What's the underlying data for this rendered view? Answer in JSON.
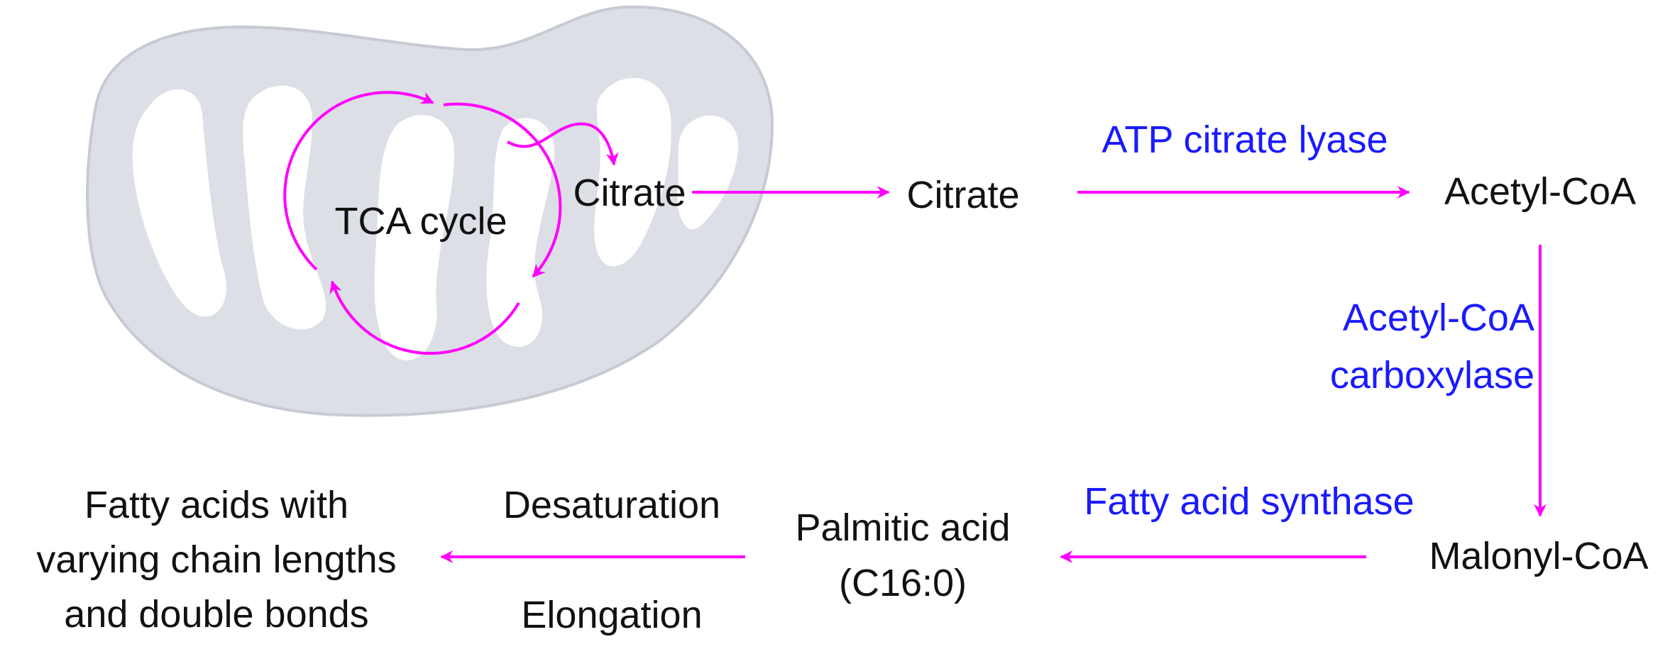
{
  "colors": {
    "arrow": "#ff00ff",
    "enzyme_text": "#1a1aff",
    "metabolite_text": "#111111",
    "mitochondrion_fill": "#dcdfe6",
    "mitochondrion_stroke": "#c6cad3"
  },
  "mitochondrion": {
    "cycle_label": "TCA cycle",
    "citrate_label": "Citrate"
  },
  "cytosol": {
    "citrate": "Citrate",
    "acetyl_coa": "Acetyl-CoA",
    "malonyl_coa": "Malonyl-CoA",
    "palmitic_acid_line1": "Palmitic acid",
    "palmitic_acid_line2": "(C16:0)",
    "fatty_acids_line1": "Fatty acids with",
    "fatty_acids_line2": "varying chain lengths",
    "fatty_acids_line3": "and double bonds"
  },
  "enzymes": {
    "acly": "ATP citrate lyase",
    "acc_line1": "Acetyl-CoA",
    "acc_line2": "carboxylase",
    "fasn": "Fatty acid synthase"
  },
  "processes": {
    "desaturation": "Desaturation",
    "elongation": "Elongation"
  }
}
